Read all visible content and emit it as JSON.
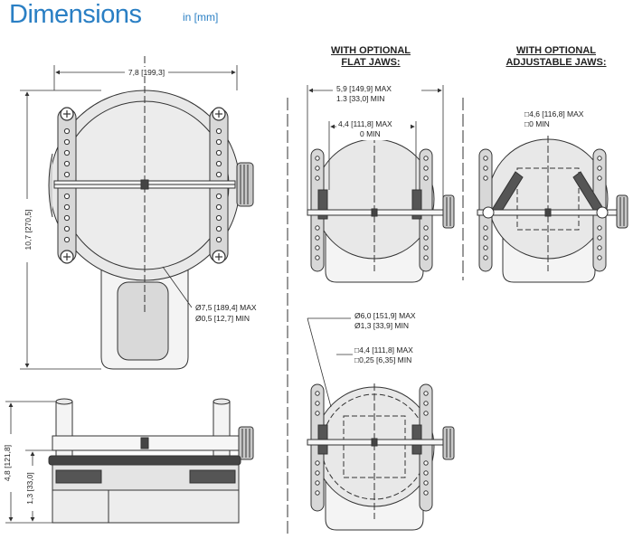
{
  "header": {
    "title": "Dimensions",
    "unit": "in [mm]"
  },
  "sections": {
    "flat_jaws": [
      "WITH OPTIONAL",
      "FLAT JAWS:"
    ],
    "adjustable_jaws": [
      "WITH OPTIONAL",
      "ADJUSTABLE JAWS:"
    ]
  },
  "dims": {
    "top_width": "7,8 [199,3]",
    "height_total": "10,7 [270,5]",
    "diameter_max": "Ø7,5 [189,4] MAX",
    "diameter_min": "Ø0,5 [12,7] MIN",
    "side_height": "4,8 [121,8]",
    "side_base": "1,3 [33,0]",
    "flat_max": "5,9 [149,9] MAX",
    "flat_min": "1.3 [33,0] MIN",
    "flat_inner_max": "4,4 [111,8] MAX",
    "flat_inner_min": "0 MIN",
    "adj_max": "□4,6 [116,8] MAX",
    "adj_min": "□0 MIN",
    "round_max": "Ø6,0 [151,9] MAX",
    "round_min": "Ø1,3 [33,9] MIN",
    "square_max": "□4,4 [111,8] MAX",
    "square_min": "□0,25 [6,35] MIN"
  },
  "colors": {
    "title": "#2a7fc4",
    "line": "#333333",
    "fill": "#dcdcdc"
  }
}
